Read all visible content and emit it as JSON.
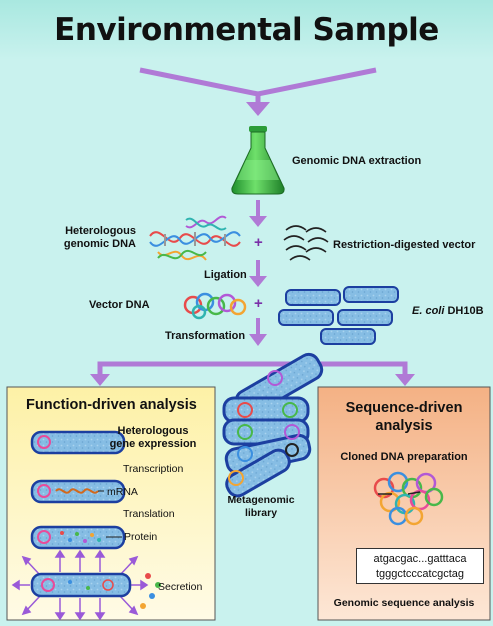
{
  "diagram": {
    "title": "Environmental Sample",
    "steps": {
      "extraction": "Genomic DNA extraction",
      "heterologous_dna": "Heterologous\ngenomic DNA",
      "restriction_vector": "Restriction-digested vector",
      "ligation": "Ligation",
      "vector_dna": "Vector DNA",
      "ecoli_italic": "E. coli",
      "ecoli_strain": "DH10B",
      "transformation": "Transformation",
      "plus": "+"
    },
    "function_panel": {
      "title": "Function-driven analysis",
      "gene_expression": "Heterologous\ngene expression",
      "transcription": "Transcription",
      "mrna": "mRNA",
      "translation": "Translation",
      "protein": "Protein",
      "secretion": "Secretion"
    },
    "library": {
      "label": "Metagenomic\nlibrary"
    },
    "sequence_panel": {
      "title": "Sequence-driven\nanalysis",
      "cloned_prep": "Cloned DNA preparation",
      "seq_line1": "atgacgac...gatttaca",
      "seq_line2": "tgggctcccatcgctag",
      "genomic_analysis": "Genomic sequence analysis"
    },
    "colors": {
      "background": "#c9f2ee",
      "arrow": "#b07ad6",
      "arrow_dark": "#7a2fa8",
      "left_panel": "#fdf7c4",
      "right_panel": "#f7c9a6",
      "cell_fill": "#7fb7de",
      "cell_border": "#1c3fa0",
      "flask": "#3cba4a"
    }
  }
}
